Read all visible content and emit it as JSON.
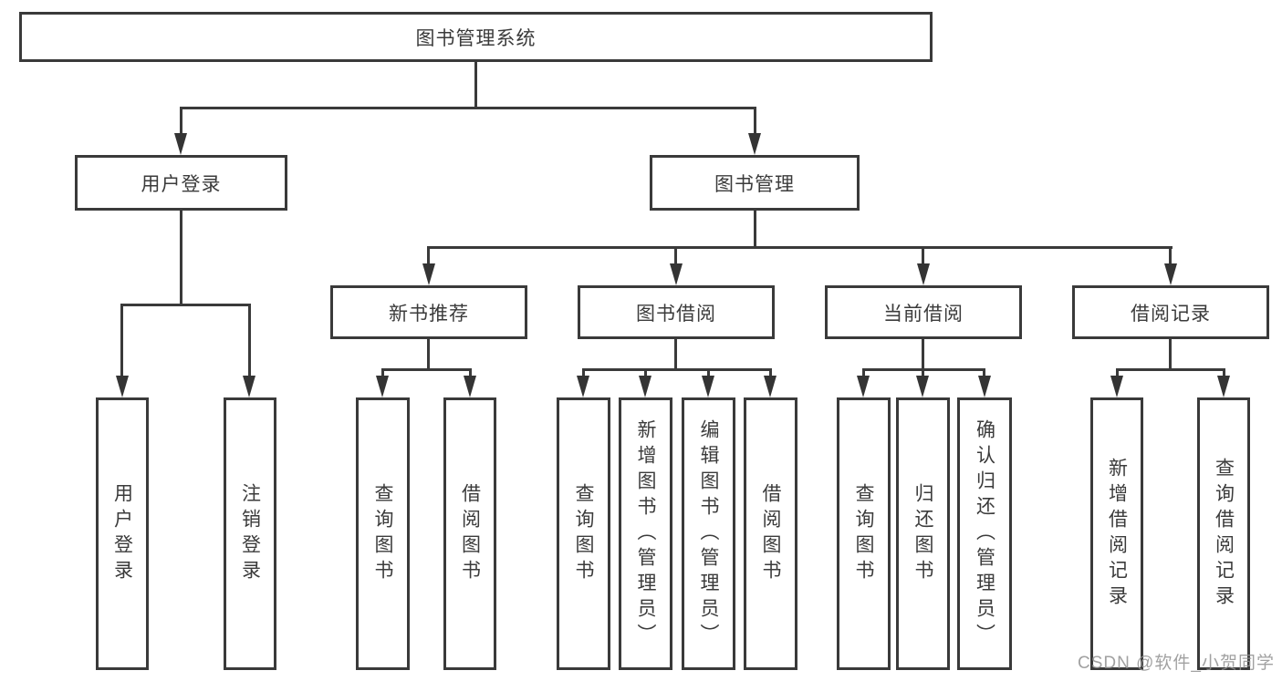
{
  "diagram": {
    "root": {
      "label": "图书管理系统"
    },
    "level2": {
      "user_login": {
        "label": "用户登录"
      },
      "book_mgmt": {
        "label": "图书管理"
      }
    },
    "level3": {
      "new_books": {
        "label": "新书推荐"
      },
      "book_borrow": {
        "label": "图书借阅"
      },
      "current_borrow": {
        "label": "当前借阅"
      },
      "borrow_records": {
        "label": "借阅记录"
      }
    },
    "leaves": {
      "user_login": [
        "用户登录",
        "注销登录"
      ],
      "new_books": [
        "查询图书",
        "借阅图书"
      ],
      "book_borrow": [
        "查询图书",
        "新增图书（管理员）",
        "编辑图书（管理员）",
        "借阅图书"
      ],
      "current_borrow": [
        "查询图书",
        "归还图书",
        "确认归还（管理员）"
      ],
      "borrow_records": [
        "新增借阅记录",
        "查询借阅记录"
      ]
    },
    "watermark": "CSDN @软件_小贺同学",
    "colors": {
      "line": "#3a3a3a",
      "border": "#3a3a3a",
      "text": "#3b3b3b",
      "background": "#ffffff",
      "watermark": "#919191"
    }
  }
}
